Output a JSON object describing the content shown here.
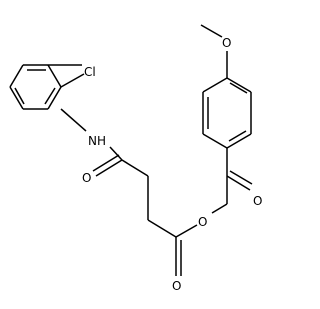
{
  "molecule": {
    "atoms": {
      "cl": "Cl",
      "nh": "NH",
      "o_amide": "O",
      "o_ester_link": "O",
      "o_ester_carbonyl": "O",
      "o_ketone": "O",
      "o_methoxy": "O"
    },
    "colors": {
      "bond": "#000000",
      "label": "#000000",
      "background": "#ffffff"
    }
  }
}
